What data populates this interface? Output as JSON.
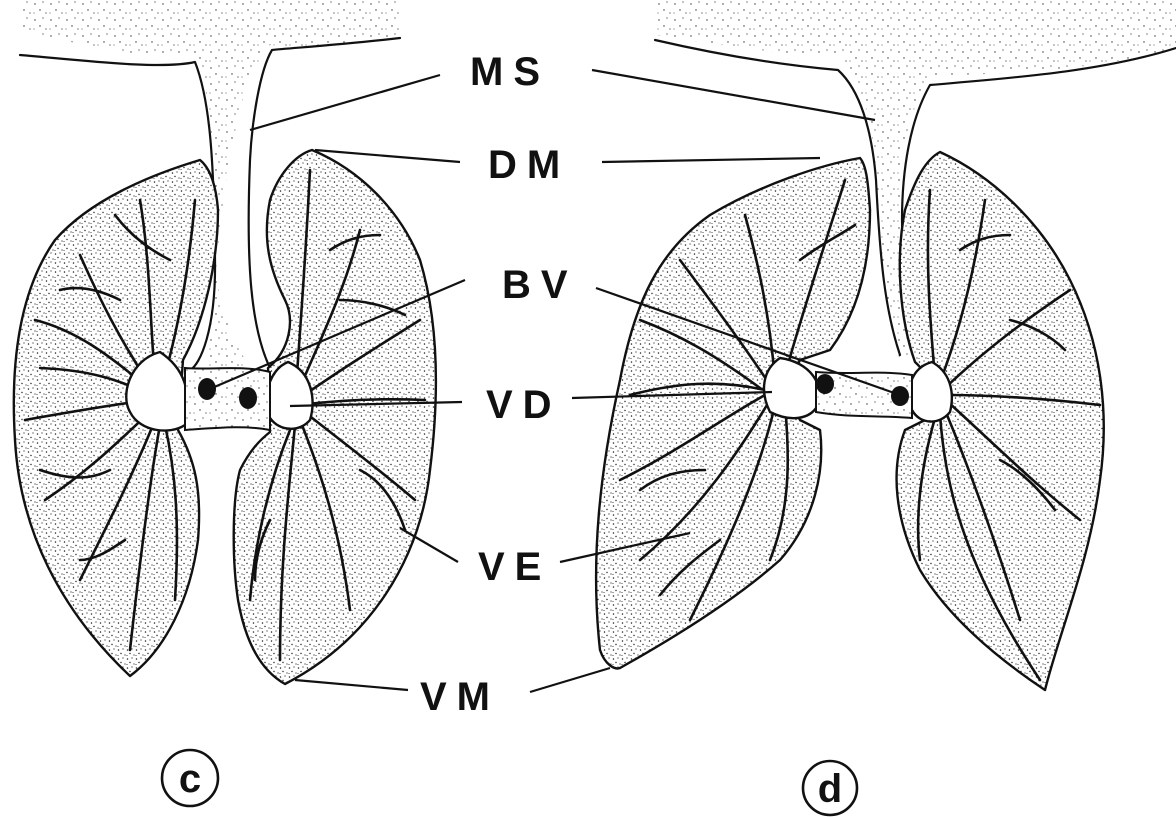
{
  "labels": {
    "ms": "MS",
    "dm": "DM",
    "bv": "BV",
    "vd": "VD",
    "ve": "VE",
    "vm": "VM"
  },
  "panels": {
    "c": "c",
    "d": "d"
  },
  "colors": {
    "ink": "#111111",
    "paper": "#ffffff"
  }
}
